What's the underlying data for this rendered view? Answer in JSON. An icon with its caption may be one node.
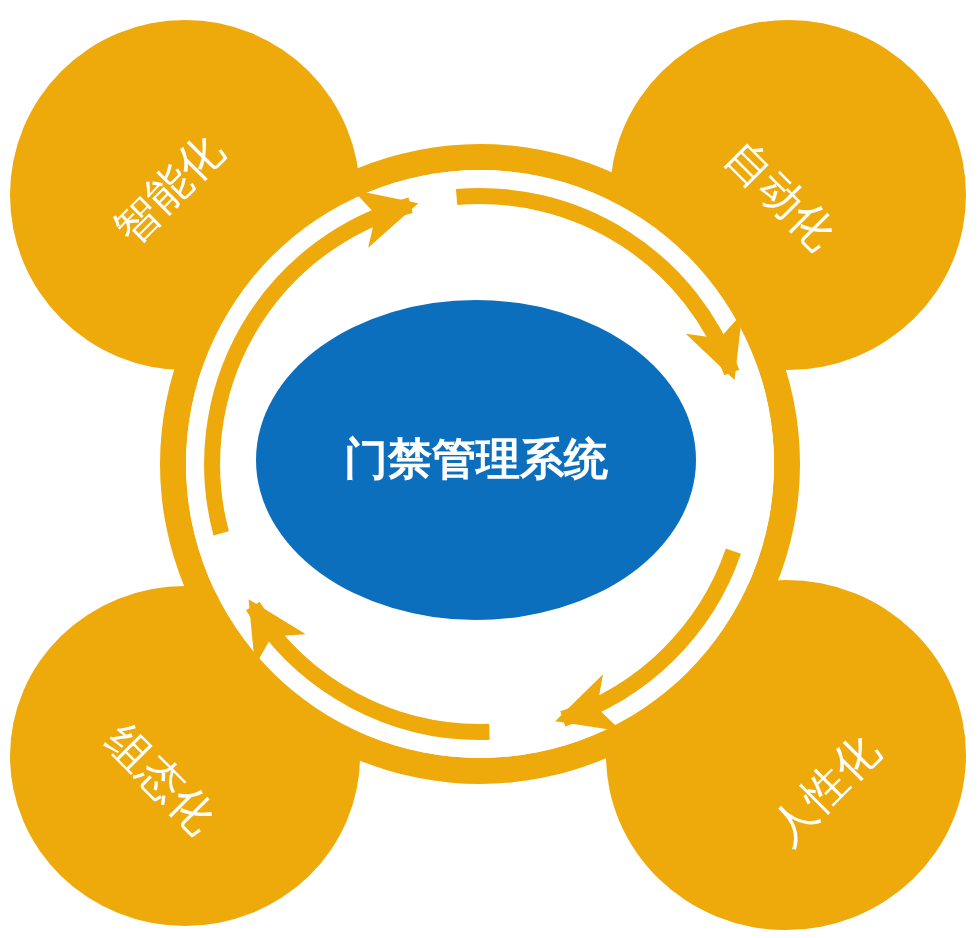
{
  "diagram": {
    "nodes": [
      {
        "text": [
          "门禁管理系统"
        ]
      },
      {
        "text": [
          "智能化"
        ]
      },
      {
        "text": [
          "自动化"
        ]
      },
      {
        "text": [
          "组态化"
        ]
      },
      {
        "text": [
          "人性化"
        ]
      }
    ]
  }
}
